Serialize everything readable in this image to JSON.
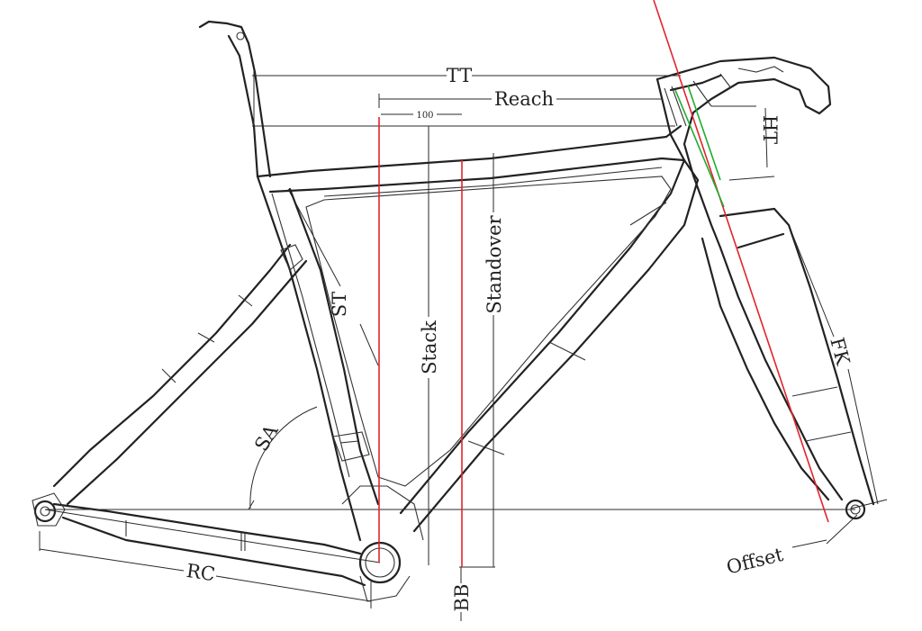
{
  "labels": {
    "tt": "TT",
    "reach": "Reach",
    "dim100": "100",
    "ht": "HT",
    "st": "ST",
    "stack": "Stack",
    "standover": "Standover",
    "fk": "FK",
    "sa": "SA",
    "rc": "RC",
    "bb": "BB",
    "offset": "Offset"
  },
  "colors": {
    "line": "#222222",
    "head_axis": "#e0242c",
    "head_tube_marker": "#1cae2c"
  }
}
